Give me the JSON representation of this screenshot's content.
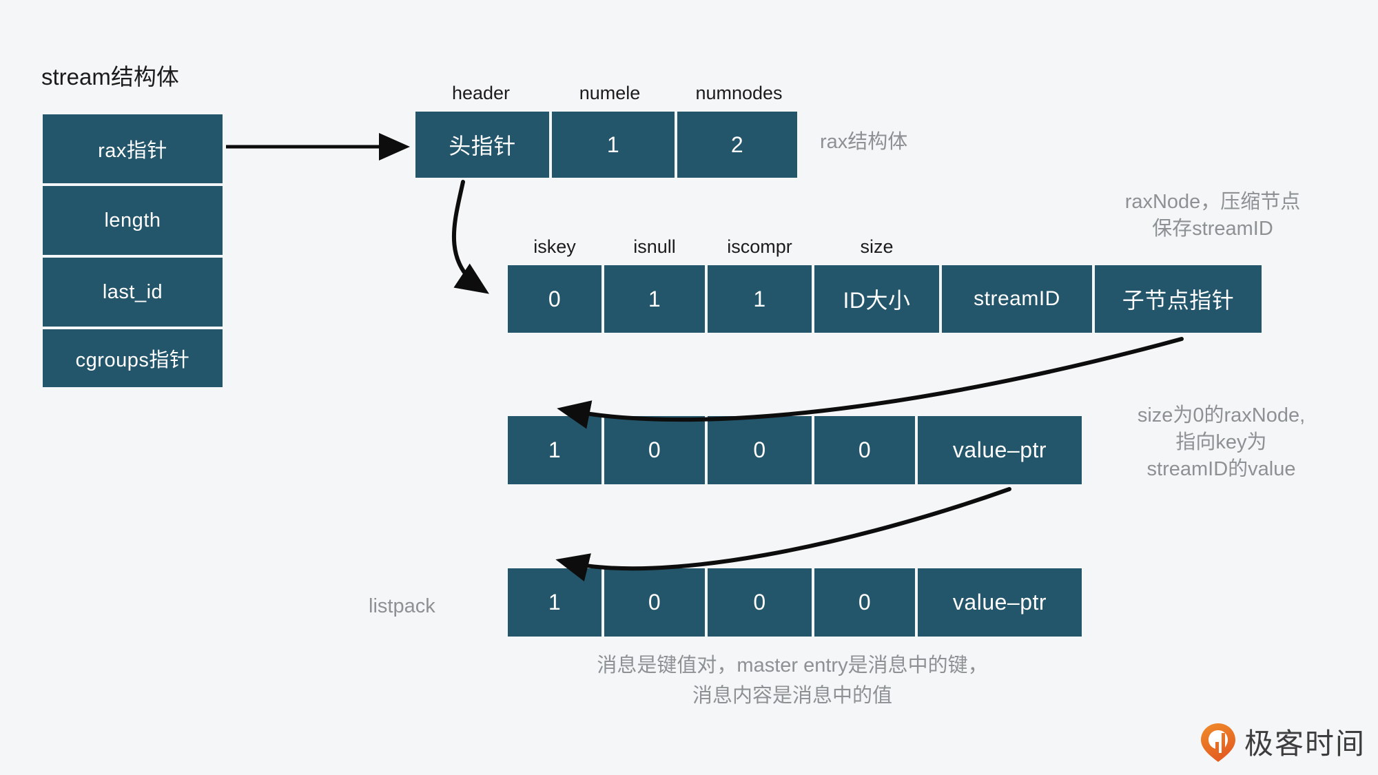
{
  "titles": {
    "stream_struct": "stream结构体"
  },
  "stream_struct": {
    "fields": [
      {
        "label": "rax指针"
      },
      {
        "label": "length"
      },
      {
        "label": "last_id"
      },
      {
        "label": "cgroups指针"
      }
    ]
  },
  "rax_row": {
    "note": "rax结构体",
    "headers": [
      "header",
      "numele",
      "numnodes"
    ],
    "cells": [
      "头指针",
      "1",
      "2"
    ]
  },
  "raxnode_row": {
    "note": "raxNode，压缩节点\n保存streamID",
    "headers": [
      "iskey",
      "isnull",
      "iscompr",
      "size"
    ],
    "cells": [
      "0",
      "1",
      "1",
      "ID大小",
      "streamID",
      "子节点指针"
    ]
  },
  "leaf_row": {
    "note": "size为0的raxNode,\n指向key为\nstreamID的value",
    "cells": [
      "1",
      "0",
      "0",
      "0",
      "value–ptr"
    ]
  },
  "listpack_row": {
    "label": "listpack",
    "cells": [
      "1",
      "0",
      "0",
      "0",
      "value–ptr"
    ]
  },
  "bottom_caption": "消息是键值对，master entry是消息中的键，\n消息内容是消息中的值",
  "watermark": {
    "text": "极客时间"
  },
  "colors": {
    "background": "#f4f6f7",
    "cell_fill": "#24566b",
    "cell_text": "#ffffff",
    "note_text": "#8d9193",
    "label_text": "#1b1b1b",
    "arrow": "#0d0d0d",
    "logo_orange": "#ee7623"
  }
}
